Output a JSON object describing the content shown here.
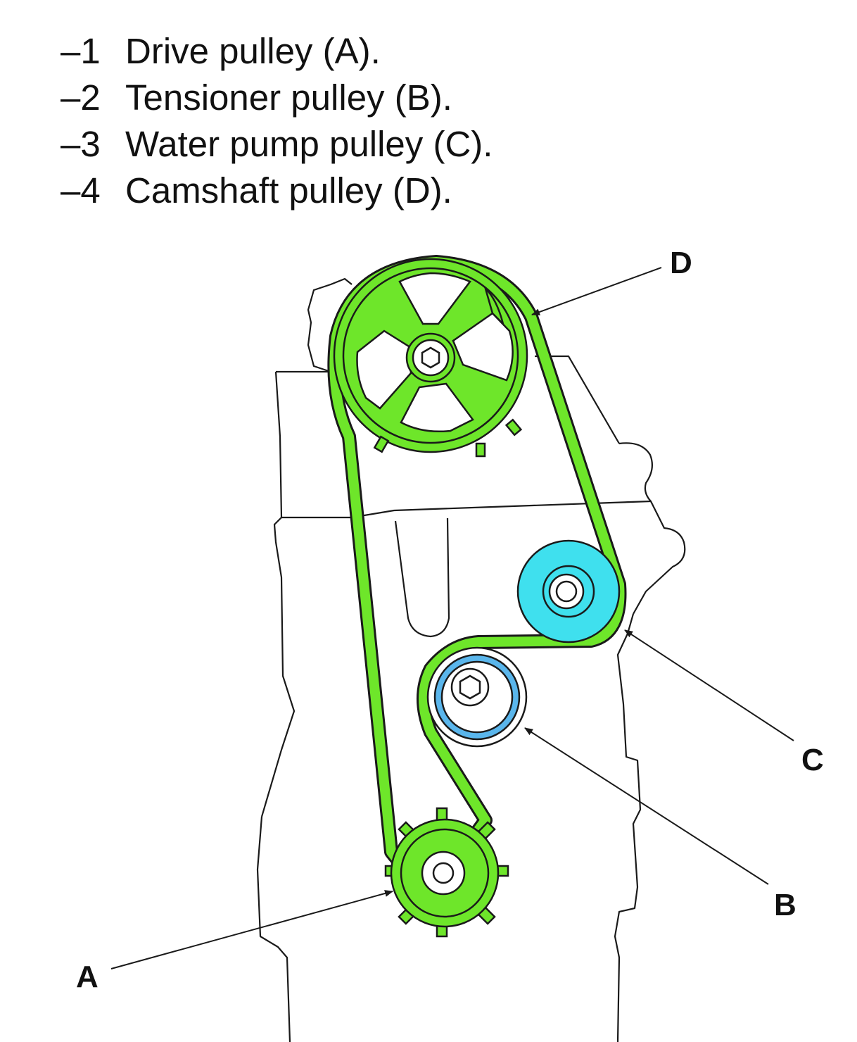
{
  "steps": [
    {
      "number": "–1",
      "text": "Drive pulley (A)."
    },
    {
      "number": "–2",
      "text": "Tensioner pulley (B)."
    },
    {
      "number": "–3",
      "text": "Water pump pulley (C)."
    },
    {
      "number": "–4",
      "text": "Camshaft pulley (D)."
    }
  ],
  "callouts": {
    "a": "A",
    "b": "B",
    "c": "C",
    "d": "D"
  },
  "colors": {
    "belt_green": "#6ee62a",
    "water_pump_cyan": "#3fe0ee",
    "tensioner_blue": "#5ab6ec",
    "line": "#1a1a1a"
  }
}
